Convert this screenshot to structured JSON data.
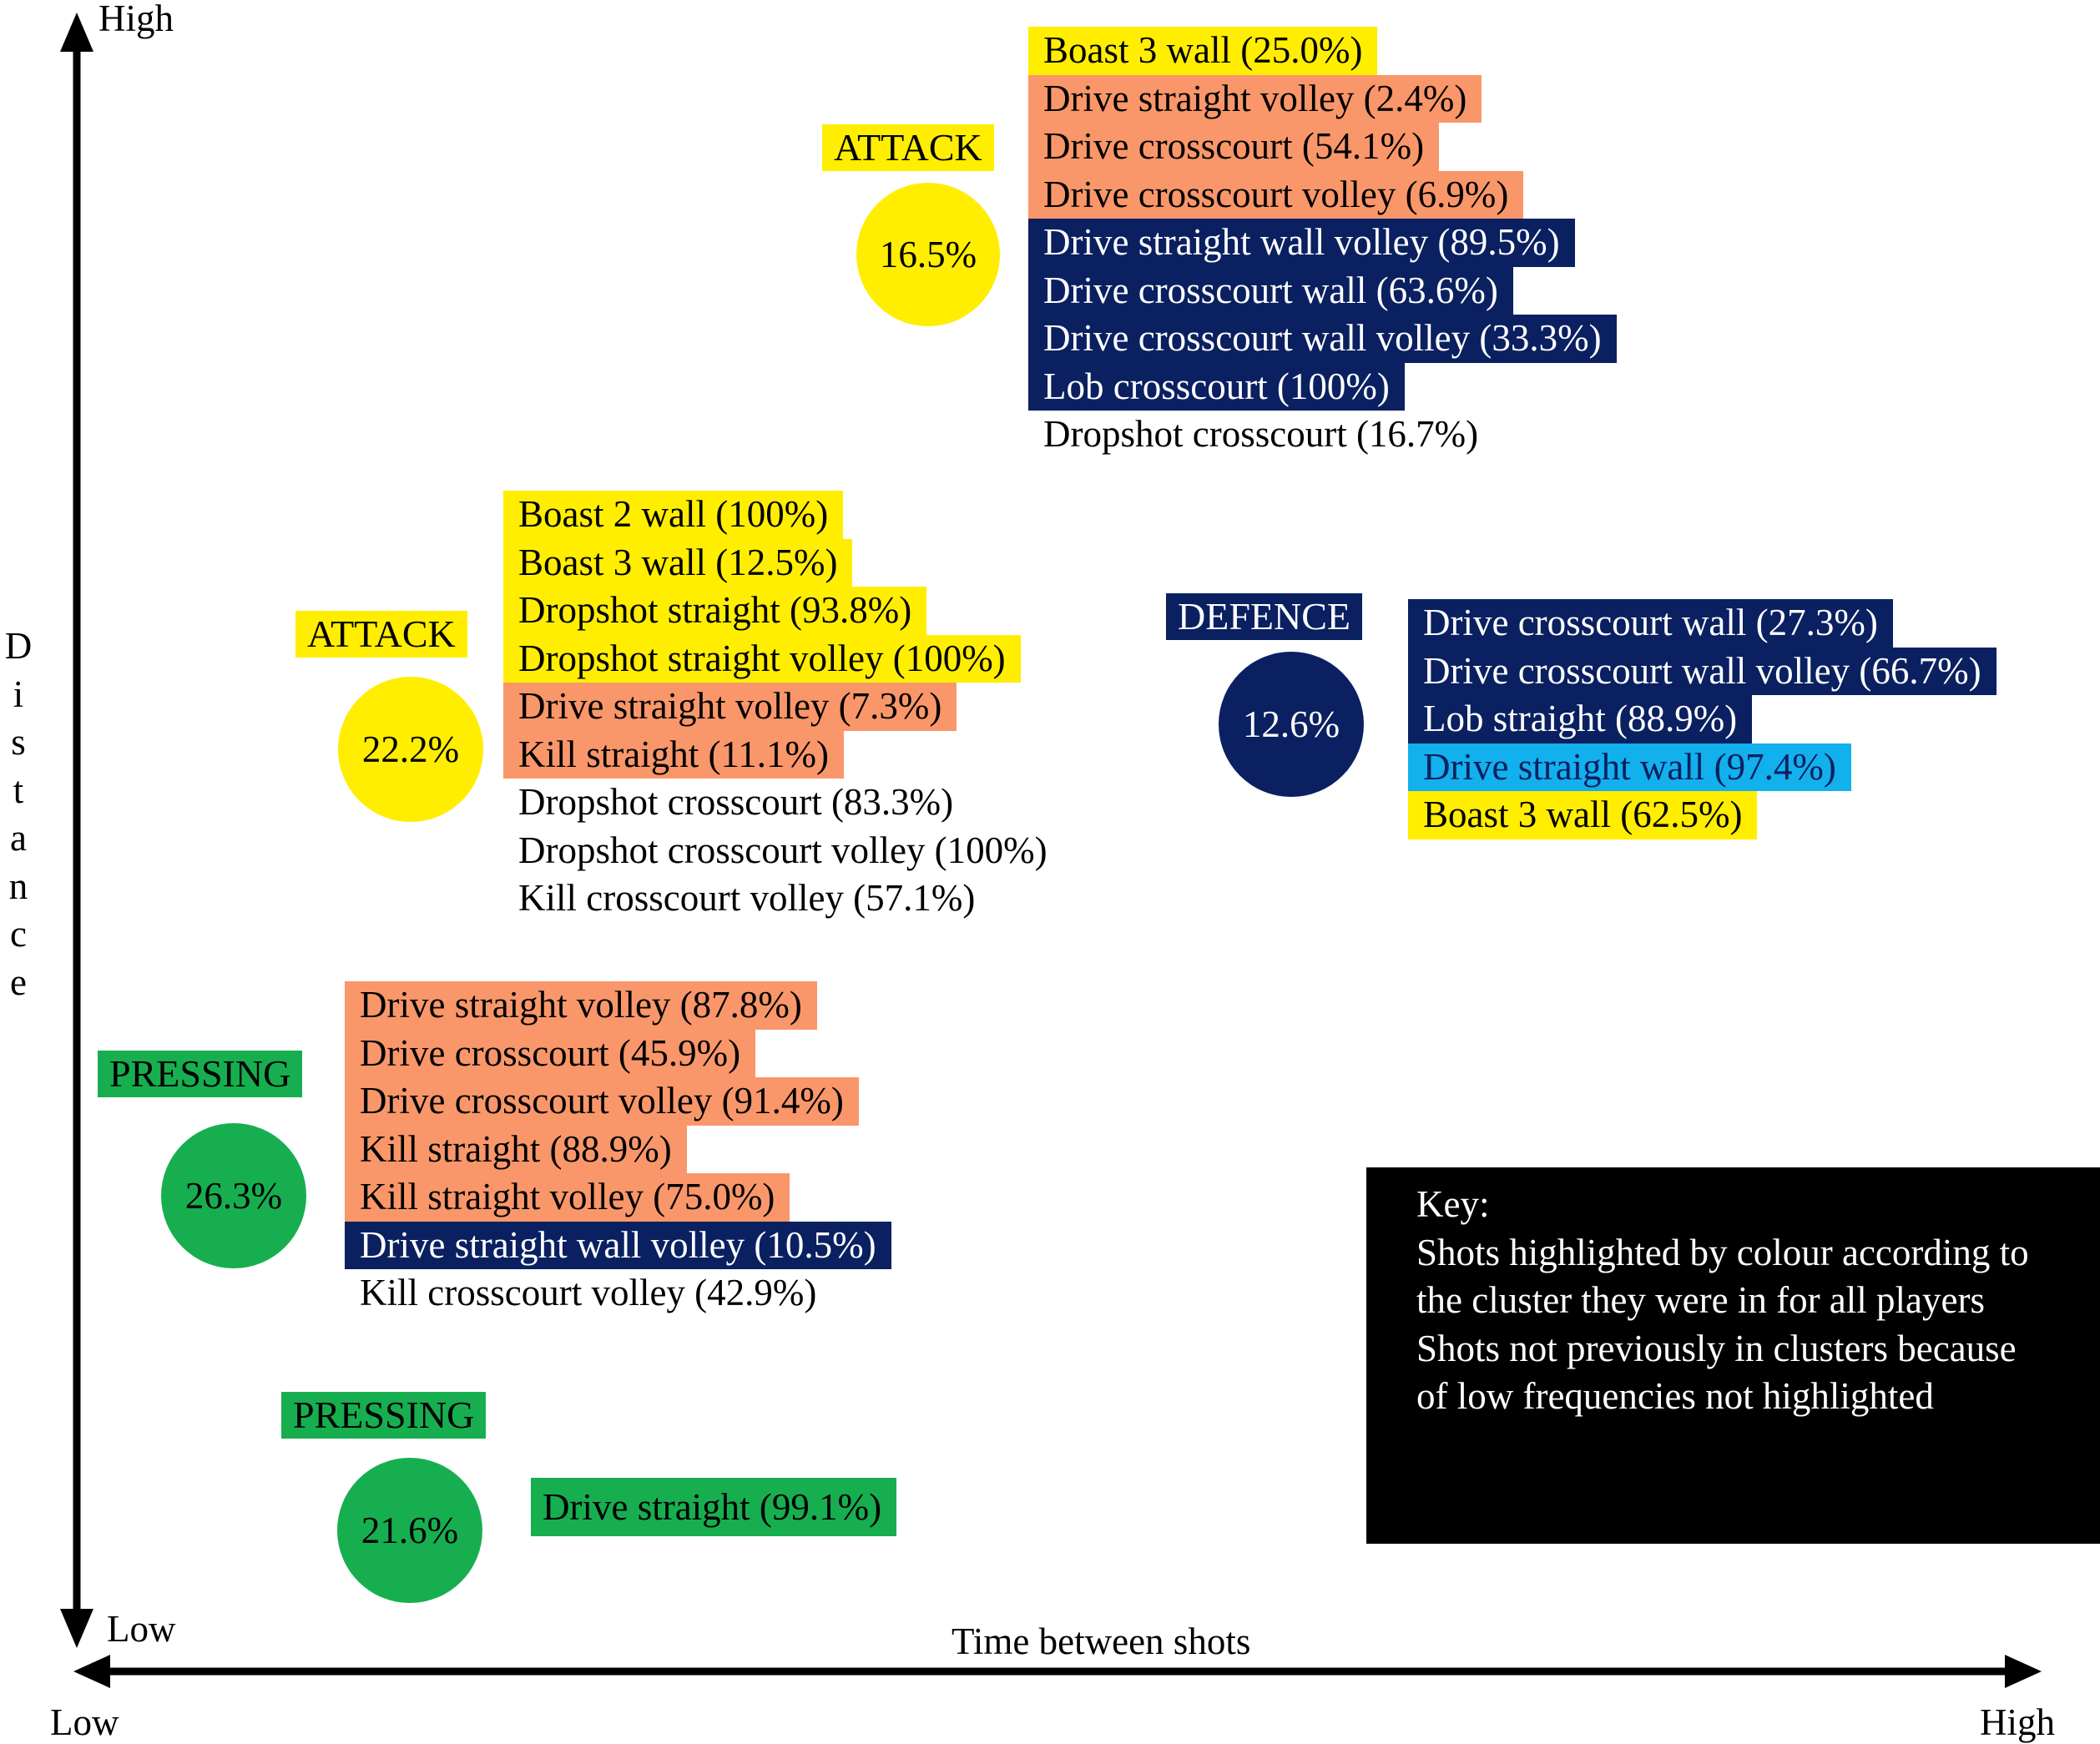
{
  "axes": {
    "y_label": "Distance",
    "y_high": "High",
    "y_low": "Low",
    "x_label": "Time between shots",
    "x_low": "Low",
    "x_high": "High"
  },
  "colors": {
    "yellow": "#ffee00",
    "orange": "#f9976a",
    "navy": "#0a2060",
    "sky": "#12b0ec",
    "green": "#17ae50"
  },
  "clusters": [
    {
      "tag": "ATTACK",
      "percent": "16.5%",
      "color": "yellow",
      "shots": [
        {
          "text": "Boast 3 wall (25.0%)",
          "color": "yellow"
        },
        {
          "text": "Drive straight volley (2.4%)",
          "color": "orange"
        },
        {
          "text": "Drive crosscourt (54.1%)",
          "color": "orange"
        },
        {
          "text": "Drive crosscourt volley (6.9%)",
          "color": "orange"
        },
        {
          "text": "Drive straight wall volley (89.5%)",
          "color": "navy"
        },
        {
          "text": "Drive crosscourt wall (63.6%)",
          "color": "navy"
        },
        {
          "text": "Drive crosscourt wall volley (33.3%)",
          "color": "navy"
        },
        {
          "text": "Lob crosscourt (100%)",
          "color": "navy"
        },
        {
          "text": "Dropshot crosscourt (16.7%)",
          "color": "none"
        }
      ]
    },
    {
      "tag": "ATTACK",
      "percent": "22.2%",
      "color": "yellow",
      "shots": [
        {
          "text": "Boast 2 wall  (100%)",
          "color": "yellow"
        },
        {
          "text": "Boast 3 wall (12.5%)",
          "color": "yellow"
        },
        {
          "text": "Dropshot straight  (93.8%)",
          "color": "yellow"
        },
        {
          "text": "Dropshot straight volley (100%)",
          "color": "yellow"
        },
        {
          "text": "Drive straight volley (7.3%)",
          "color": "orange"
        },
        {
          "text": "Kill straight (11.1%)",
          "color": "orange"
        },
        {
          "text": "Dropshot crosscourt (83.3%)",
          "color": "none"
        },
        {
          "text": "Dropshot crosscourt volley (100%)",
          "color": "none"
        },
        {
          "text": "Kill crosscourt volley (57.1%)",
          "color": "none"
        }
      ]
    },
    {
      "tag": "DEFENCE",
      "percent": "12.6%",
      "color": "navy",
      "shots": [
        {
          "text": "Drive crosscourt wall (27.3%)",
          "color": "navy"
        },
        {
          "text": "Drive crosscourt wall volley (66.7%)",
          "color": "navy"
        },
        {
          "text": "Lob straight (88.9%)",
          "color": "navy"
        },
        {
          "text": "Drive straight wall (97.4%)",
          "color": "sky"
        },
        {
          "text": "Boast 3 wall (62.5%)",
          "color": "yellow"
        }
      ]
    },
    {
      "tag": "PRESSING",
      "percent": "26.3%",
      "color": "green",
      "shots": [
        {
          "text": "Drive straight volley (87.8%)",
          "color": "orange"
        },
        {
          "text": "Drive crosscourt (45.9%)",
          "color": "orange"
        },
        {
          "text": "Drive crosscourt volley (91.4%)",
          "color": "orange"
        },
        {
          "text": "Kill straight (88.9%)",
          "color": "orange"
        },
        {
          "text": "Kill straight volley (75.0%)",
          "color": "orange"
        },
        {
          "text": "Drive straight wall volley (10.5%)",
          "color": "navy"
        },
        {
          "text": "Kill crosscourt volley (42.9%)",
          "color": "none"
        }
      ]
    },
    {
      "tag": "PRESSING",
      "percent": "21.6%",
      "color": "green",
      "shots": [
        {
          "text": "Drive straight (99.1%)",
          "color": "green"
        }
      ]
    }
  ],
  "key": {
    "lines": [
      "Key:",
      "Shots highlighted by colour according to the cluster they were in for all players",
      "Shots not previously in clusters because of low frequencies not highlighted"
    ]
  }
}
